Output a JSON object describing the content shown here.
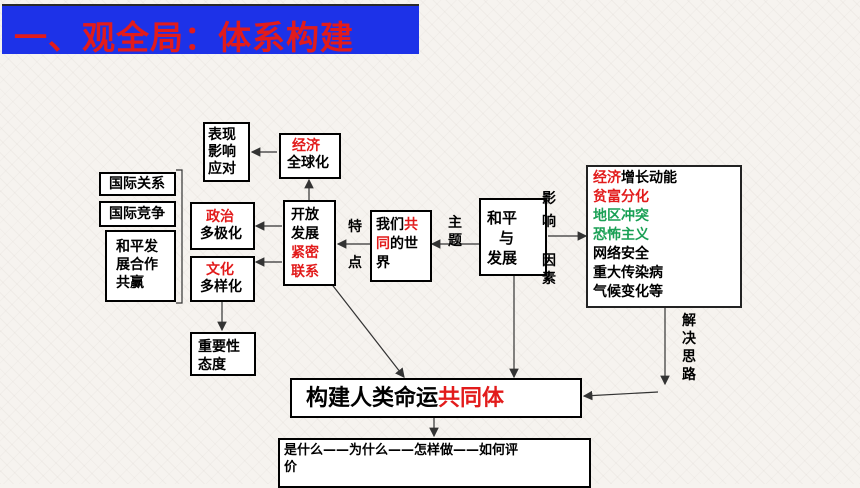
{
  "title": "一、观全局：体系构建",
  "boxes": {
    "biaoxian": [
      "表现",
      "影响",
      "应对"
    ],
    "jingji": {
      "red": "经济",
      "black": "全球化"
    },
    "guoji_guanxi": "国际关系",
    "guoji_jingzheng": "国际竞争",
    "heping_fazhan_hezuo": [
      "和平发",
      "展合作",
      "共赢"
    ],
    "zhengzhi": {
      "red": "政治",
      "black": "多极化"
    },
    "wenhua": {
      "red": "文化",
      "black": "多样化"
    },
    "kaifang": {
      "line1": "开放",
      "line2": "发展",
      "line3": "紧密",
      "line4": "联系"
    },
    "zhongyaoxing": [
      "重要性",
      "态度"
    ],
    "women": {
      "line1a": "我们",
      "line1b": "共",
      "line2a": "同",
      "line2b": "的世",
      "line3": "界"
    },
    "heping_yu_fazhan": [
      "和平",
      "与",
      "发展"
    ],
    "factors": {
      "f1_red": "经济",
      "f1_black": "增长动能",
      "f2": "贫富分化",
      "f3": "地区冲突",
      "f4": "恐怖主义",
      "f5": "网络安全",
      "f6": "重大传染病",
      "f7": "气候变化等"
    },
    "goujian": {
      "black": "构建人类命运",
      "red": "共同体"
    },
    "bottom": [
      "是什么——为什么——怎样做——如何评",
      "价"
    ]
  },
  "labels": {
    "tedian": [
      "特",
      "点"
    ],
    "zhuti": [
      "主",
      "题"
    ],
    "yingxiang": [
      "影",
      "响"
    ],
    "yinsu": [
      "因",
      "素"
    ],
    "jiejue": [
      "解",
      "决",
      "思",
      "路"
    ]
  }
}
